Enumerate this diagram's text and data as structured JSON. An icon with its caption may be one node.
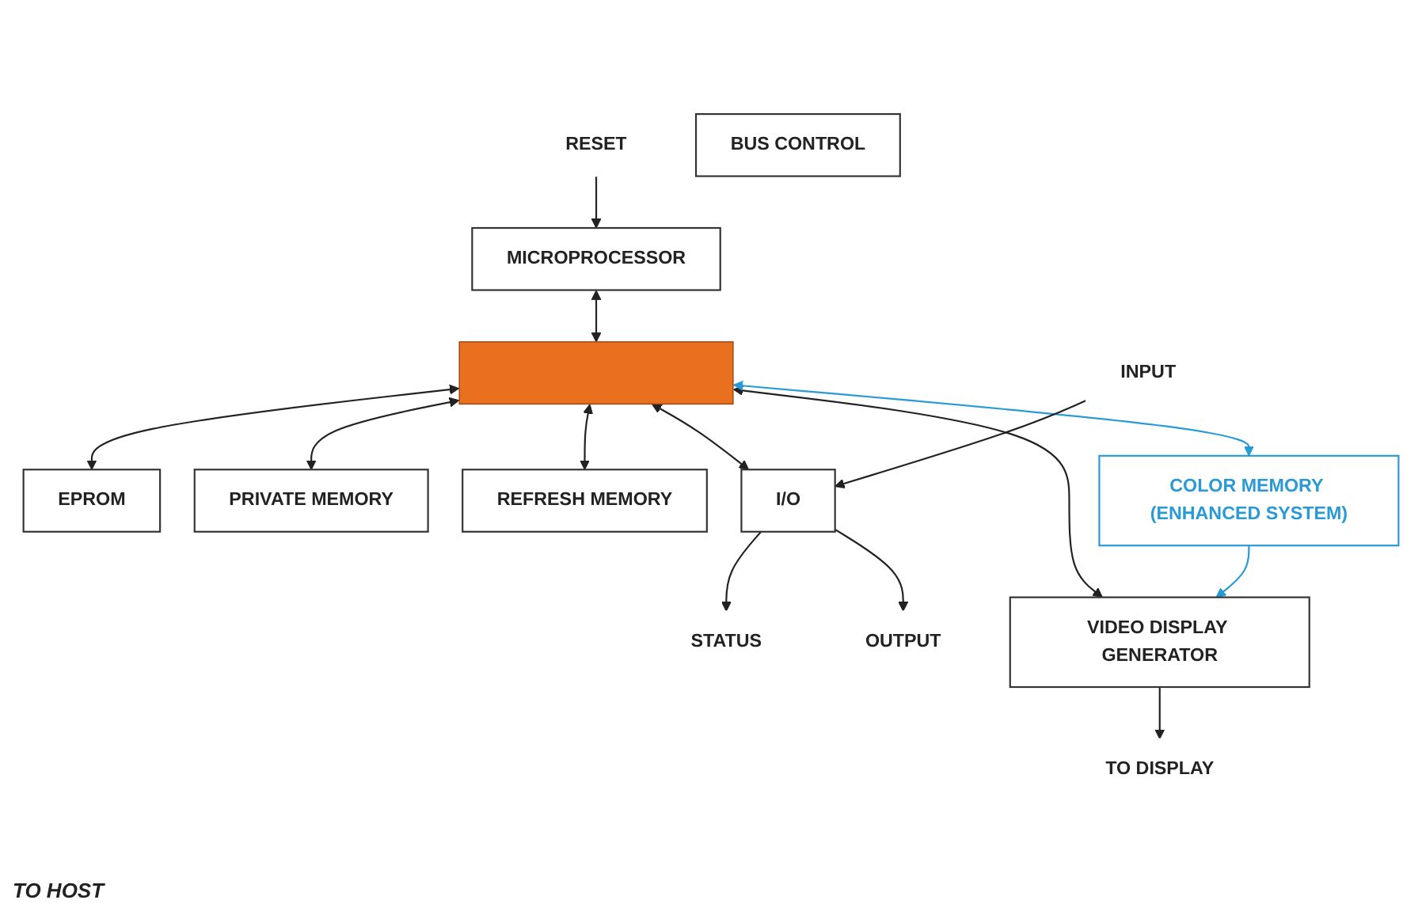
{
  "diagram": {
    "nodes": [
      {
        "text": [
          "RESET"
        ]
      },
      {
        "text": [
          "MICROPROCESSOR"
        ]
      },
      {
        "text": [],
        "shape": "bar"
      },
      {
        "text": [
          "VIDEO DISPLAY GENERATOR"
        ]
      },
      {
        "text": [
          "TO DISPLAY"
        ]
      },
      {
        "text": [
          "BUS CONTROL"
        ]
      },
      {
        "text": [
          "COLOR MEMORY (ENHANCED SYSTEM)"
        ]
      },
      {
        "text": [
          "I/O"
        ]
      },
      {
        "text": [
          "EPROM"
        ]
      },
      {
        "text": [
          "PRIVATE MEMORY"
        ]
      },
      {
        "text": [
          "REFRESH MEMORY"
        ]
      },
      {
        "text": [
          "STATUS"
        ]
      },
      {
        "text": [
          "OUTPUT"
        ]
      },
      {
        "text": [
          "INPUT"
        ]
      }
    ],
    "edges": [
      {
        "from": 0,
        "to": 1,
        "arrow": "to"
      },
      {
        "from": 1,
        "to": 2,
        "arrow": "both"
      },
      {
        "from": 2,
        "to": 3,
        "arrow": "both"
      },
      {
        "from": 3,
        "to": 4,
        "arrow": "to"
      },
      {
        "from": 6,
        "to": 3,
        "arrow": "to",
        "color": "#2a9ad6"
      },
      {
        "from": 2,
        "to": 6,
        "arrow": "both",
        "color": "#2a9ad6"
      },
      {
        "from": 2,
        "to": 7,
        "arrow": "both"
      },
      {
        "from": 2,
        "to": 8,
        "arrow": "both"
      },
      {
        "from": 2,
        "to": 9,
        "arrow": "both"
      },
      {
        "from": 2,
        "to": 10,
        "arrow": "both"
      },
      {
        "from": 7,
        "to": 11,
        "arrow": "to"
      },
      {
        "from": 7,
        "to": 12,
        "arrow": "to"
      },
      {
        "from": 13,
        "to": 7,
        "arrow": "to"
      }
    ],
    "labels": [
      "TO HOST"
    ]
  }
}
